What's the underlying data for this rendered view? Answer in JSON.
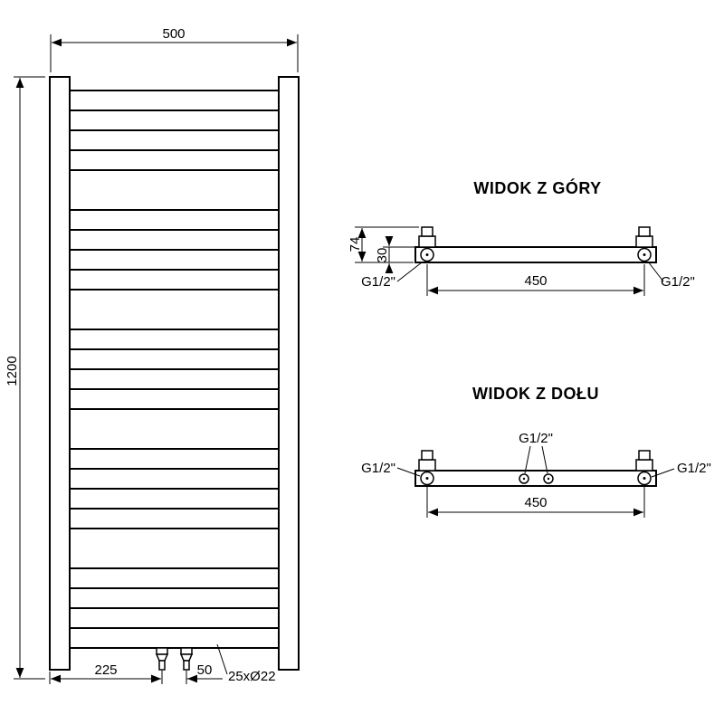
{
  "colors": {
    "line": "#000000",
    "background": "#ffffff"
  },
  "front_view": {
    "width_label": "500",
    "height_label": "1200",
    "edge_to_valve_label": "225",
    "valve_spacing_label": "50",
    "tubes_label": "25xØ22",
    "tube_groups": 5,
    "tubes_per_group": 5
  },
  "top_view": {
    "title": "WIDOK Z GÓRY",
    "depth_label": "74",
    "collector_label": "30",
    "span_label": "450",
    "left_connection_label": "G1/2\"",
    "right_connection_label": "G1/2\""
  },
  "bottom_view": {
    "title": "WIDOK Z DOŁU",
    "span_label": "450",
    "left_connection_label": "G1/2\"",
    "center_connection_label": "G1/2\"",
    "right_connection_label": "G1/2\""
  }
}
